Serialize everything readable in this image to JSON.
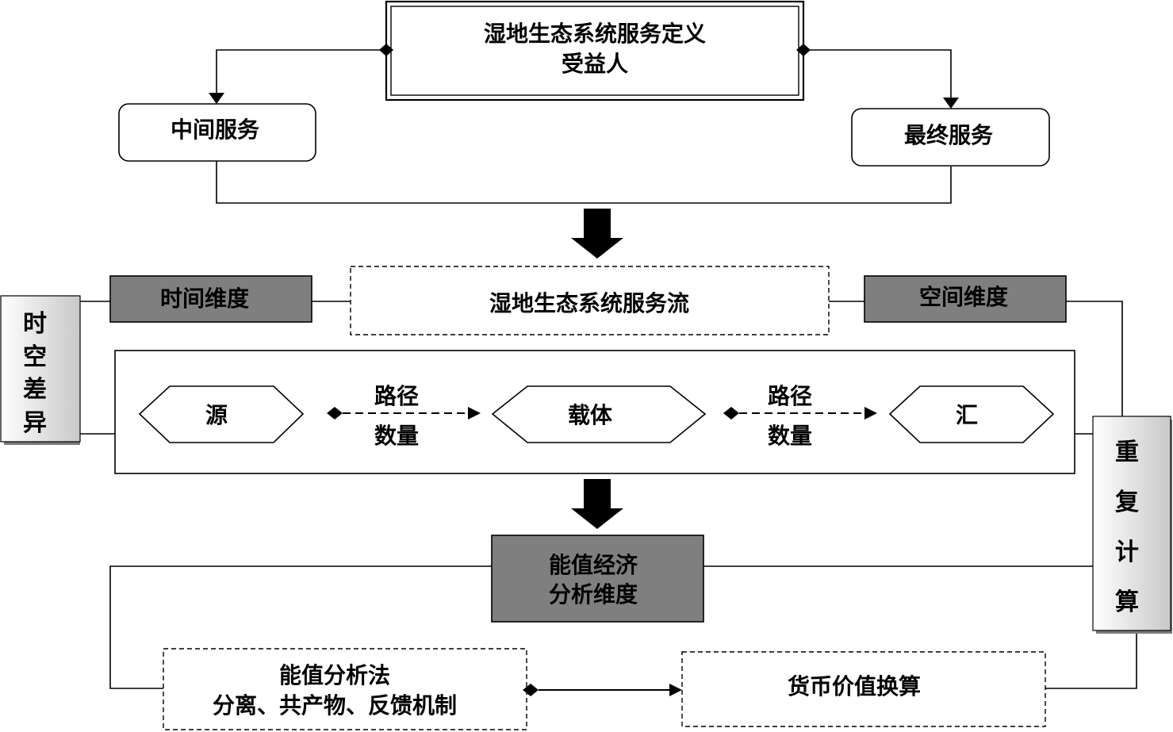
{
  "definition": {
    "line1": "湿地生态系统服务定义",
    "line2": "受益人"
  },
  "intermediate_service": "中间服务",
  "final_service": "最终服务",
  "time_dimension": "时间维度",
  "space_dimension": "空间维度",
  "service_flow": "湿地生态系统服务流",
  "spatiotemporal_difference": [
    "时",
    "空",
    "差",
    "异"
  ],
  "repeated_calculation": [
    "重",
    "复",
    "计",
    "算"
  ],
  "flow": {
    "source": "源",
    "carrier": "载体",
    "sink": "汇",
    "path_quantity_left": {
      "line1": "路径",
      "line2": "数量"
    },
    "path_quantity_right": {
      "line1": "路径",
      "line2": "数量"
    }
  },
  "emergy_dimension": {
    "line1": "能值经济",
    "line2": "分析维度"
  },
  "emergy_method": {
    "line1": "能值分析法",
    "line2": "分离、共产物、反馈机制"
  },
  "monetary_conversion": "货币价值换算",
  "colors": {
    "dark_box": "#7f7f7f",
    "side_gradient_light": "#ffffff",
    "side_gradient_dark": "#c8c8c8",
    "line": "#000000"
  }
}
